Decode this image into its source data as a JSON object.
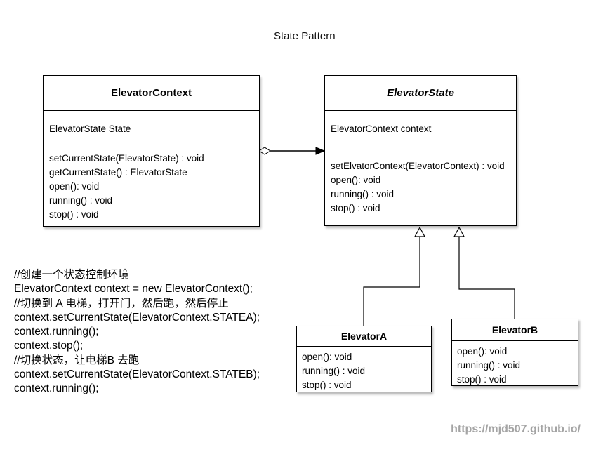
{
  "title": "State Pattern",
  "classes": {
    "elevator_context": {
      "name": "ElevatorContext",
      "attributes": [
        "ElevatorState State"
      ],
      "methods": [
        "setCurrentState(ElevatorState) : void",
        "getCurrentState() : ElevatorState",
        "open(): void",
        "running() : void",
        "stop() : void"
      ]
    },
    "elevator_state": {
      "name": "ElevatorState",
      "abstract": true,
      "attributes": [
        "ElevatorContext context"
      ],
      "methods": [
        "setElvatorContext(ElevatorContext) : void",
        "open(): void",
        "running() : void",
        "stop() : void"
      ]
    },
    "elevator_a": {
      "name": "ElevatorA",
      "methods": [
        "open(): void",
        "running() : void",
        "stop() : void"
      ]
    },
    "elevator_b": {
      "name": "ElevatorB",
      "methods": [
        "open(): void",
        "running() : void",
        "stop() : void"
      ]
    }
  },
  "relations": [
    {
      "type": "aggregation",
      "from": "ElevatorContext",
      "to": "ElevatorState"
    },
    {
      "type": "generalization",
      "from": "ElevatorA",
      "to": "ElevatorState"
    },
    {
      "type": "generalization",
      "from": "ElevatorB",
      "to": "ElevatorState"
    }
  ],
  "code_lines": [
    "//创建一个状态控制环境",
    "ElevatorContext context = new ElevatorContext();",
    "//切换到 A 电梯，打开门，然后跑，然后停止",
    "context.setCurrentState(ElevatorContext.STATEA);",
    "context.running();",
    "context.stop();",
    "//切换状态，让电梯B 去跑",
    "context.setCurrentState(ElevatorContext.STATEB);",
    "context.running();"
  ],
  "watermark": "https://mjd507.github.io/",
  "colors": {
    "background": "#ffffff",
    "stroke": "#000000",
    "text": "#000000",
    "watermark": "#a4a4a4"
  }
}
